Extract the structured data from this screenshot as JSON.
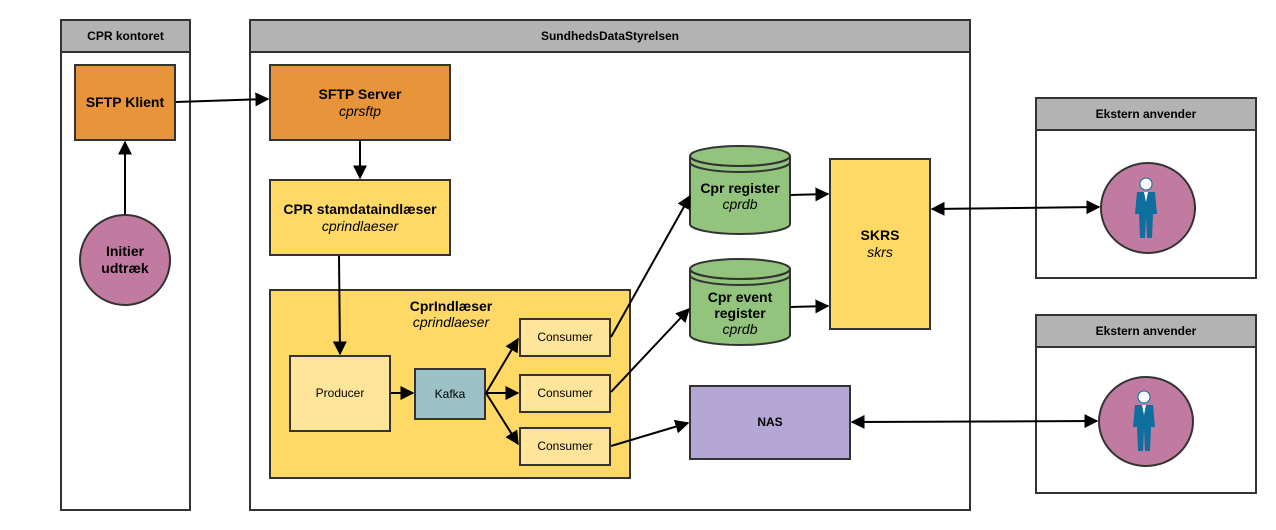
{
  "pools": {
    "cpr_kontoret": "CPR kontoret",
    "sds": "SundhedsDataStyrelsen",
    "ekstern_1": "Ekstern anvender",
    "ekstern_2": "Ekstern anvender"
  },
  "nodes": {
    "sftp_klient": "SFTP Klient",
    "initier": "Initier udtræk",
    "sftp_server": {
      "title": "SFTP Server",
      "sub": "cprsftp"
    },
    "stamdata": {
      "title": "CPR stamdataindlæser",
      "sub": "cprindlaeser"
    },
    "cprindlaeser_group": {
      "title": "CprIndlæser",
      "sub": "cprindlaeser"
    },
    "producer": "Producer",
    "kafka": "Kafka",
    "consumer_1": "Consumer",
    "consumer_2": "Consumer",
    "consumer_3": "Consumer",
    "cpr_register": {
      "title": "Cpr register",
      "sub": "cprdb"
    },
    "cpr_event_register": {
      "title": "Cpr event register",
      "sub": "cprdb"
    },
    "skrs": {
      "title": "SKRS",
      "sub": "skrs"
    },
    "nas": "NAS"
  },
  "colors": {
    "orange": "#e8943a",
    "yellow": "#ffd966",
    "light_yellow": "#ffe599",
    "green": "#93c47d",
    "teal": "#9cc2c7",
    "purple": "#b4a7d6",
    "pink": "#c27ba0",
    "person_blue": "#0e6e9e",
    "header_grey": "#b3b3b3"
  },
  "icons": {
    "actor": "person-icon"
  }
}
